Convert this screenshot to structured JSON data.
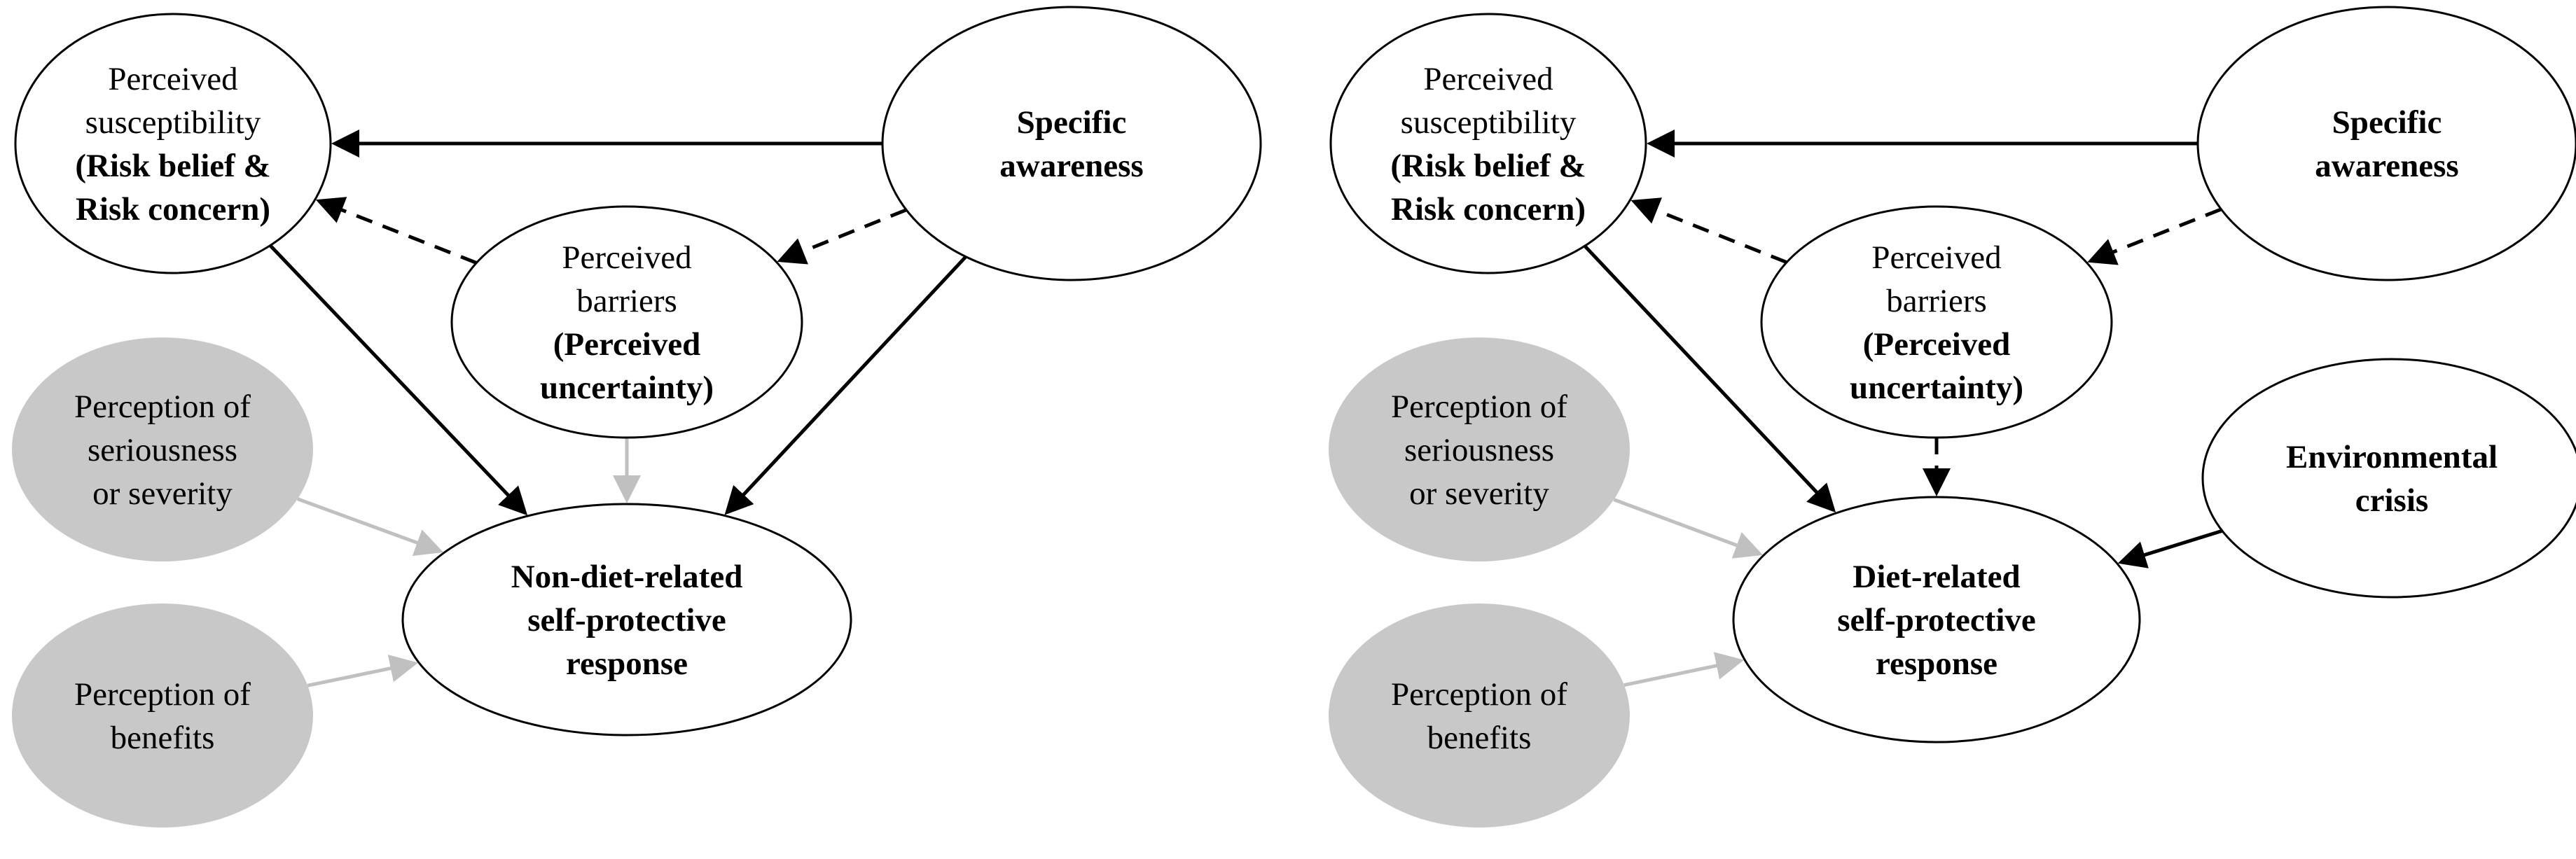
{
  "colors": {
    "edge_dark": "#000000",
    "edge_light": "#c0c0c0",
    "node_grey": "#c8c8c8",
    "node_white": "#ffffff"
  },
  "panels": [
    {
      "nodes": [
        {
          "id": "susceptibility",
          "style": "white",
          "lines": [
            {
              "text": "Perceived",
              "bold": false
            },
            {
              "text": "susceptibility",
              "bold": false
            },
            {
              "text": "(Risk belief &",
              "bold": true
            },
            {
              "text": "Risk concern)",
              "bold": true
            }
          ]
        },
        {
          "id": "awareness",
          "style": "white",
          "lines": [
            {
              "text": "Specific",
              "bold": true
            },
            {
              "text": "awareness",
              "bold": true
            }
          ]
        },
        {
          "id": "barriers",
          "style": "white",
          "lines": [
            {
              "text": "Perceived",
              "bold": false
            },
            {
              "text": "barriers",
              "bold": false
            },
            {
              "text": "(Perceived",
              "bold": true
            },
            {
              "text": "uncertainty)",
              "bold": true
            }
          ]
        },
        {
          "id": "seriousness",
          "style": "grey",
          "lines": [
            {
              "text": "Perception of",
              "bold": false
            },
            {
              "text": "seriousness",
              "bold": false
            },
            {
              "text": "or severity",
              "bold": false
            }
          ]
        },
        {
          "id": "benefits",
          "style": "grey",
          "lines": [
            {
              "text": "Perception of",
              "bold": false
            },
            {
              "text": "benefits",
              "bold": false
            }
          ]
        },
        {
          "id": "response",
          "style": "white",
          "lines": [
            {
              "text": "Non-diet-related",
              "bold": true
            },
            {
              "text": "self-protective",
              "bold": true
            },
            {
              "text": "response",
              "bold": true
            }
          ]
        }
      ],
      "edges": [
        {
          "from": "awareness",
          "to": "susceptibility",
          "style": "solid"
        },
        {
          "from": "awareness",
          "to": "barriers",
          "style": "dashed"
        },
        {
          "from": "barriers",
          "to": "susceptibility",
          "style": "dashed"
        },
        {
          "from": "susceptibility",
          "to": "response",
          "style": "solid"
        },
        {
          "from": "awareness",
          "to": "response",
          "style": "solid"
        },
        {
          "from": "barriers",
          "to": "response",
          "style": "light"
        },
        {
          "from": "seriousness",
          "to": "response",
          "style": "light"
        },
        {
          "from": "benefits",
          "to": "response",
          "style": "light"
        }
      ]
    },
    {
      "nodes": [
        {
          "id": "susceptibility",
          "style": "white",
          "lines": [
            {
              "text": "Perceived",
              "bold": false
            },
            {
              "text": "susceptibility",
              "bold": false
            },
            {
              "text": "(Risk belief &",
              "bold": true
            },
            {
              "text": "Risk concern)",
              "bold": true
            }
          ]
        },
        {
          "id": "awareness",
          "style": "white",
          "lines": [
            {
              "text": "Specific",
              "bold": true
            },
            {
              "text": "awareness",
              "bold": true
            }
          ]
        },
        {
          "id": "barriers",
          "style": "white",
          "lines": [
            {
              "text": "Perceived",
              "bold": false
            },
            {
              "text": "barriers",
              "bold": false
            },
            {
              "text": "(Perceived",
              "bold": true
            },
            {
              "text": "uncertainty)",
              "bold": true
            }
          ]
        },
        {
          "id": "seriousness",
          "style": "grey",
          "lines": [
            {
              "text": "Perception of",
              "bold": false
            },
            {
              "text": "seriousness",
              "bold": false
            },
            {
              "text": "or severity",
              "bold": false
            }
          ]
        },
        {
          "id": "benefits",
          "style": "grey",
          "lines": [
            {
              "text": "Perception of",
              "bold": false
            },
            {
              "text": "benefits",
              "bold": false
            }
          ]
        },
        {
          "id": "crisis",
          "style": "white",
          "lines": [
            {
              "text": "Environmental",
              "bold": true
            },
            {
              "text": "crisis",
              "bold": true
            }
          ]
        },
        {
          "id": "response",
          "style": "white",
          "lines": [
            {
              "text": "Diet-related",
              "bold": true
            },
            {
              "text": "self-protective",
              "bold": true
            },
            {
              "text": "response",
              "bold": true
            }
          ]
        }
      ],
      "edges": [
        {
          "from": "awareness",
          "to": "susceptibility",
          "style": "solid"
        },
        {
          "from": "awareness",
          "to": "barriers",
          "style": "dashed"
        },
        {
          "from": "barriers",
          "to": "susceptibility",
          "style": "dashed"
        },
        {
          "from": "susceptibility",
          "to": "response",
          "style": "solid"
        },
        {
          "from": "barriers",
          "to": "response",
          "style": "dashed"
        },
        {
          "from": "crisis",
          "to": "response",
          "style": "solid"
        },
        {
          "from": "seriousness",
          "to": "response",
          "style": "light"
        },
        {
          "from": "benefits",
          "to": "response",
          "style": "light"
        }
      ]
    }
  ]
}
